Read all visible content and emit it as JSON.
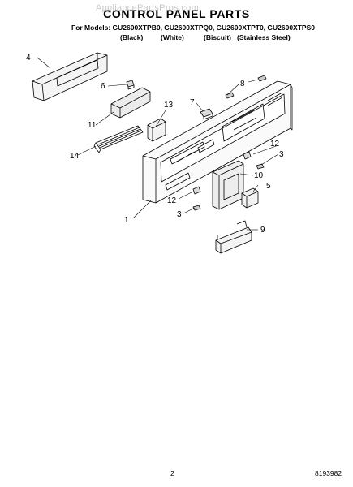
{
  "watermark": "AppliancePartsPros.com",
  "title": "CONTROL PANEL PARTS",
  "models": "For Models: GU2600XTPB0, GU2600XTPQ0, GU2600XTPT0, GU2600XTPS0",
  "colors": [
    "(Black)",
    "(White)",
    "(Biscuit)",
    "(Stainless Steel)"
  ],
  "callouts": {
    "1": "1",
    "3": "3",
    "4": "4",
    "5": "5",
    "6": "6",
    "7": "7",
    "8": "8",
    "9": "9",
    "10": "10",
    "11": "11",
    "12": "12",
    "13": "13",
    "14": "14"
  },
  "page_number": "2",
  "doc_number": "8193982"
}
